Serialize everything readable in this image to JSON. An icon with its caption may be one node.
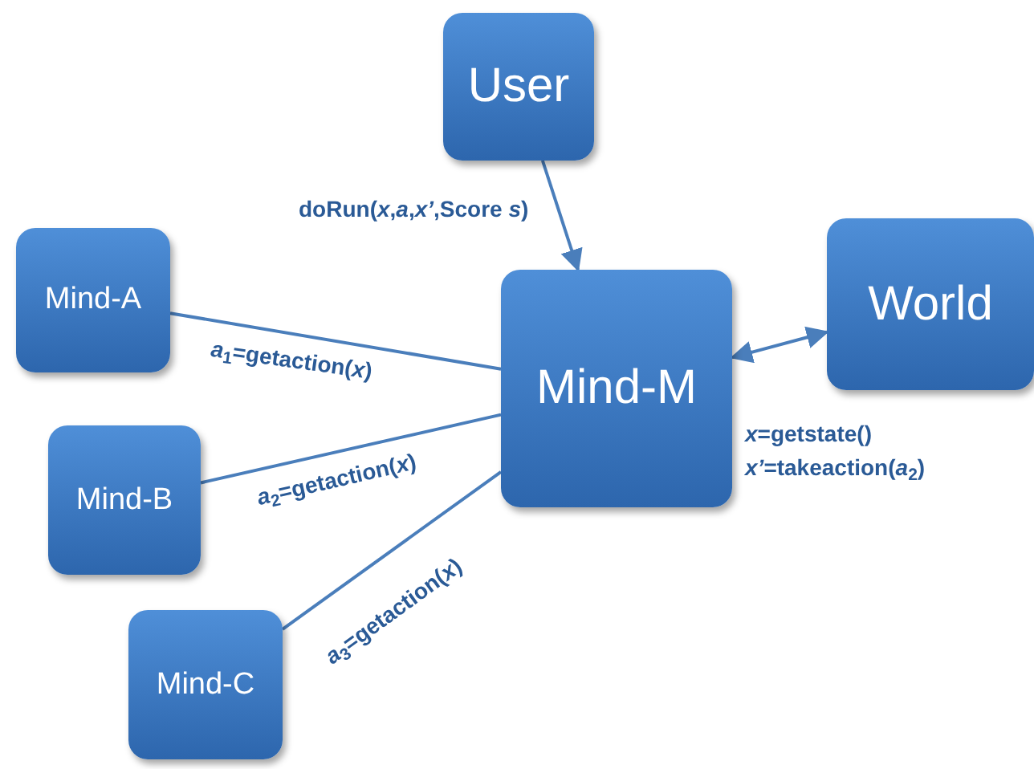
{
  "diagram": {
    "nodes": [
      {
        "text": [
          "User"
        ]
      },
      {
        "text": [
          "Mind-A"
        ]
      },
      {
        "text": [
          "Mind-M"
        ]
      },
      {
        "text": [
          "World"
        ]
      },
      {
        "text": [
          "Mind-B"
        ]
      },
      {
        "text": [
          "Mind-C"
        ]
      }
    ],
    "edges": [
      {
        "from": 0,
        "to": 2,
        "arrow": "to",
        "label": "doRun(*x*,*a*,*x’*,Score *s*)"
      },
      {
        "from": 1,
        "to": 2,
        "arrow": "none",
        "label": "*a*$_{1}$=getaction(*x*)"
      },
      {
        "from": 3,
        "to": 2,
        "arrow": "both"
      },
      {
        "from": 4,
        "to": 2,
        "arrow": "none",
        "label": "*a*$_{2}$=getaction(*x*)"
      },
      {
        "from": 5,
        "to": 2,
        "arrow": "none",
        "label": "*a*$_{3}$=getaction(*x*)"
      }
    ],
    "labels": [
      "*x*=getstate()",
      "*x’*=takeaction(*a*$_{2}$)"
    ]
  }
}
